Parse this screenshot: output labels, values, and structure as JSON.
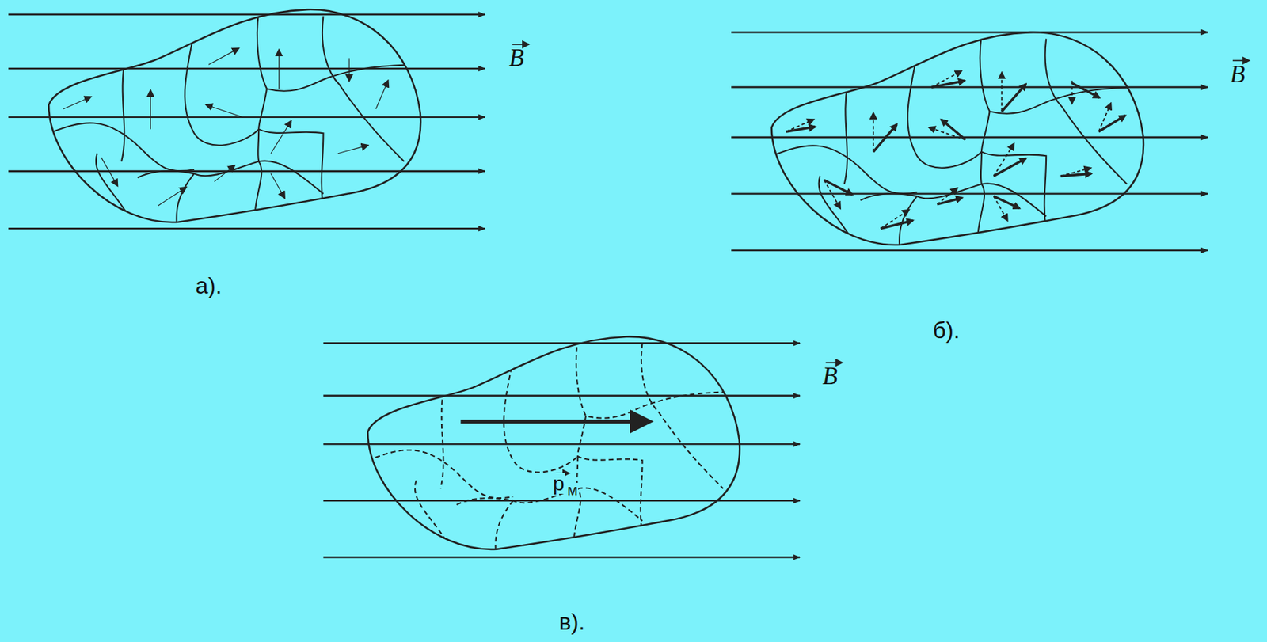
{
  "diagram": {
    "labels": [
      "B",
      "B",
      "B",
      "а).",
      "б).",
      "в).",
      "p",
      "м"
    ]
  }
}
